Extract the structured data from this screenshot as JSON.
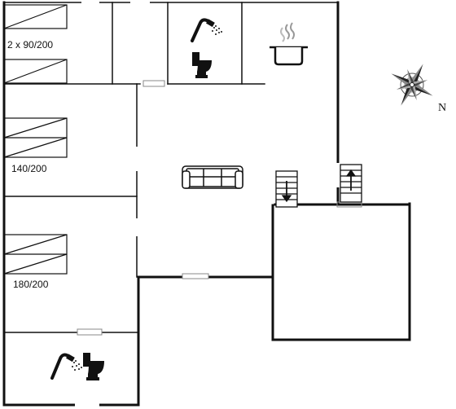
{
  "rooms": {
    "bedroom_1": {
      "bed_label": "2 x 90/200"
    },
    "bedroom_2": {
      "bed_label": "140/200"
    },
    "bedroom_3": {
      "bed_label": "180/200"
    }
  },
  "compass": {
    "north_label": "N"
  },
  "icons": {
    "shower": "shower-icon",
    "toilet": "toilet-icon",
    "kitchen": "cooking-pot-icon",
    "sofa": "sofa-icon",
    "stairs_down": "stairs-down-icon",
    "stairs_up": "stairs-up-icon",
    "compass": "compass-rose-icon"
  },
  "colors": {
    "wall": "#111111",
    "background": "#ffffff",
    "door_gap": "#ffffff"
  }
}
